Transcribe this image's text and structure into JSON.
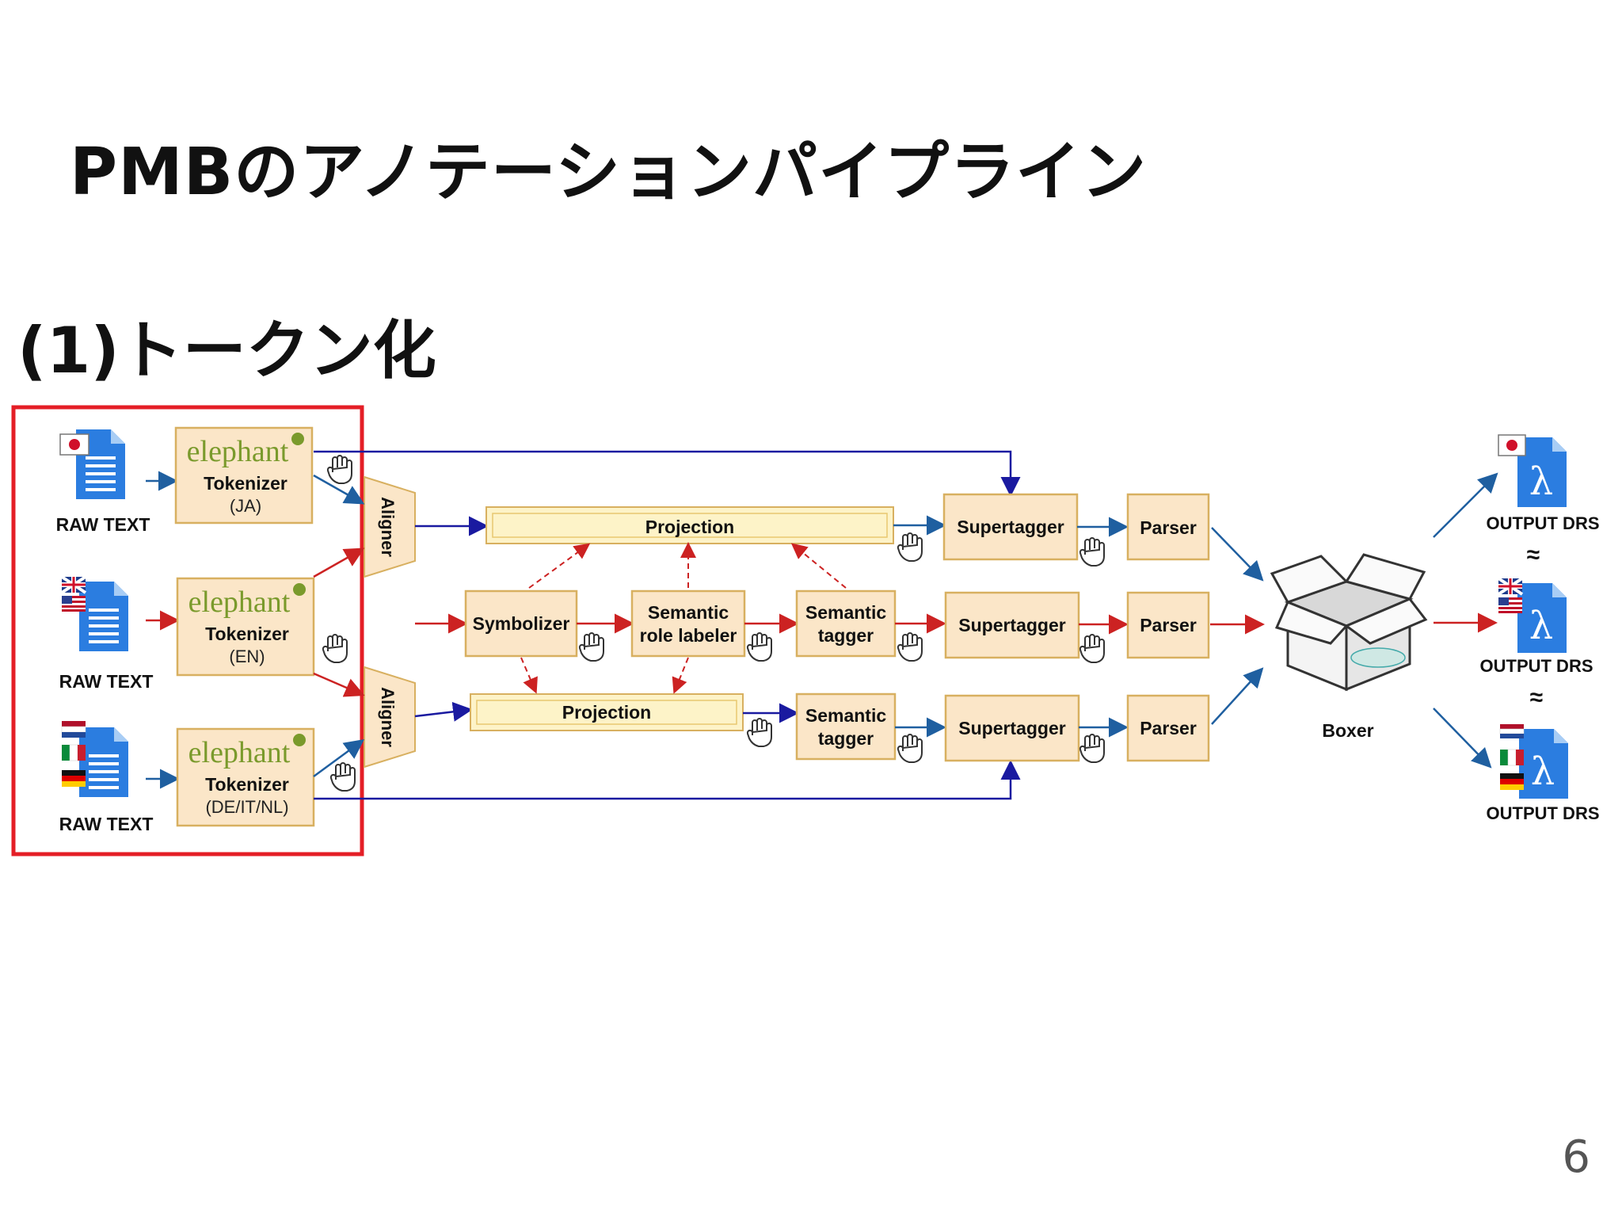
{
  "slide": {
    "title": "PMBのアノテーションパイプライン",
    "subtitle": "(1)トークン化",
    "page_number": "6"
  },
  "diagram": {
    "raw_text_label": "RAW TEXT",
    "elephant_logo": "elephant",
    "tokenizer_label": "Tokenizer",
    "tokenizer_langs": [
      "(JA)",
      "(EN)",
      "(DE/IT/NL)"
    ],
    "aligner_label": "Aligner",
    "projection_label": "Projection",
    "symbolizer_label": "Symbolizer",
    "srl_label": [
      "Semantic",
      "role labeler"
    ],
    "semantic_tagger_label": [
      "Semantic",
      "tagger"
    ],
    "supertagger_label": "Supertagger",
    "parser_label": "Parser",
    "boxer_label": "Boxer",
    "output_label": "OUTPUT DRS",
    "equiv_symbol": "≈",
    "lambda_symbol": "λ",
    "highlight_color": "#e41e26",
    "box_fill": "#fbe6c8",
    "box_stroke": "#d8b060",
    "red_arrow": "#cc2222",
    "blue_arrow": "#1f5fa0",
    "navy_arrow": "#1a1aa0"
  }
}
